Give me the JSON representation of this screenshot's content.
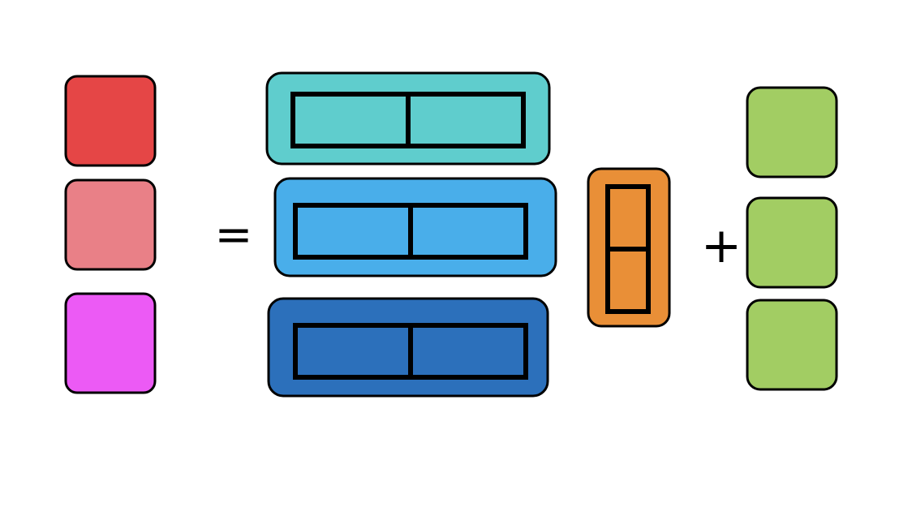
{
  "colors": {
    "stroke": "#000000",
    "background": "#ffffff",
    "output_red": "#e54646",
    "output_pink": "#e98087",
    "output_magenta": "#ec5af5",
    "weight_row_1": "#5fcdcd",
    "weight_row_2": "#49aeea",
    "weight_row_3": "#2c70bb",
    "input_vector": "#e98f37",
    "bias": "#a2cd63"
  },
  "operators": {
    "equals": "=",
    "plus": "+"
  },
  "output_vector": {
    "length": 3
  },
  "weight_matrix": {
    "rows": 3,
    "columns": 2
  },
  "input_vector": {
    "length": 2
  },
  "bias_vector": {
    "length": 3
  }
}
